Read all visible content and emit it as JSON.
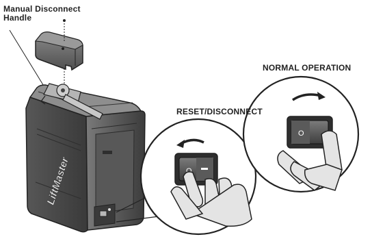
{
  "labels": {
    "handle_line1": "Manual Disconnect",
    "handle_line2": "Handle",
    "reset": "RESET/DISCONNECT",
    "normal": "NORMAL OPERATION"
  },
  "switches": {
    "reset": {
      "on_symbol": "O",
      "off_symbol": "—"
    },
    "normal": {
      "on_symbol": "O"
    }
  },
  "brand": "LiftMaster",
  "colors": {
    "body_dark": "#4a4a4a",
    "body_mid": "#6b6b6b",
    "body_light": "#9a9a9a",
    "outline": "#222222",
    "skin": "#dcdcdc"
  }
}
